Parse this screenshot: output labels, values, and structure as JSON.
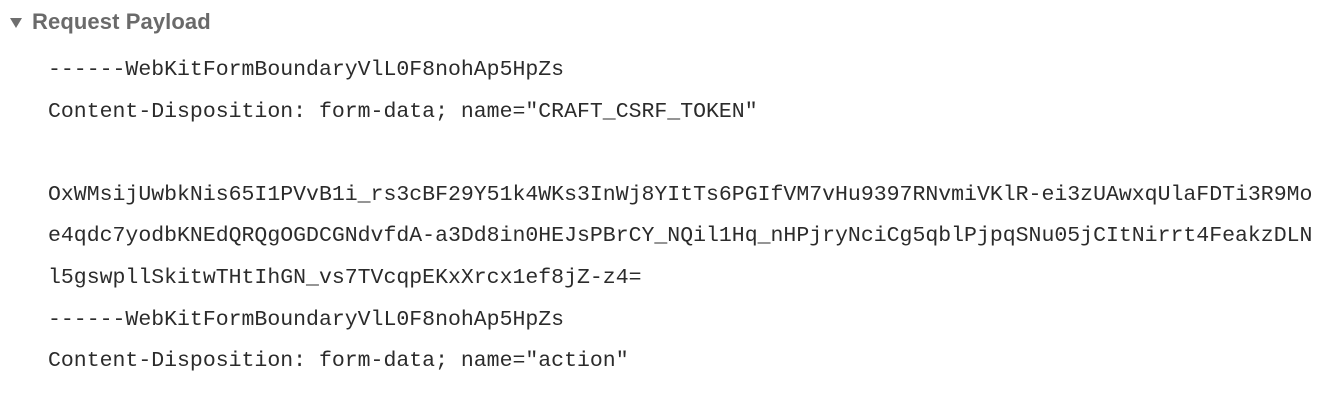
{
  "section": {
    "title": "Request Payload",
    "expanded": true
  },
  "payload": {
    "lines": [
      "------WebKitFormBoundaryVlL0F8nohAp5HpZs",
      "Content-Disposition: form-data; name=\"CRAFT_CSRF_TOKEN\"",
      "",
      "OxWMsijUwbkNis65I1PVvB1i_rs3cBF29Y51k4WKs3InWj8YItTs6PGIfVM7vHu9397RNvmiVKlR-ei3zUAwxqUlaFDTi3R9Mo",
      "e4qdc7yodbKNEdQRQgOGDCGNdvfdA-a3Dd8in0HEJsPBrCY_NQil1Hq_nHPjryNciCg5qblPjpqSNu05jCItNirrt4FeakzDLN",
      "l5gswpllSkitwTHtIhGN_vs7TVcqpEKxXrcx1ef8jZ-z4=",
      "------WebKitFormBoundaryVlL0F8nohAp5HpZs",
      "Content-Disposition: form-data; name=\"action\""
    ]
  },
  "colors": {
    "header_text": "#6a6a6a",
    "body_text": "#2b2b2b",
    "triangle": "#6e6e6e",
    "background": "#ffffff"
  },
  "icons": {
    "disclosure": "disclosure-triangle-down-icon"
  }
}
